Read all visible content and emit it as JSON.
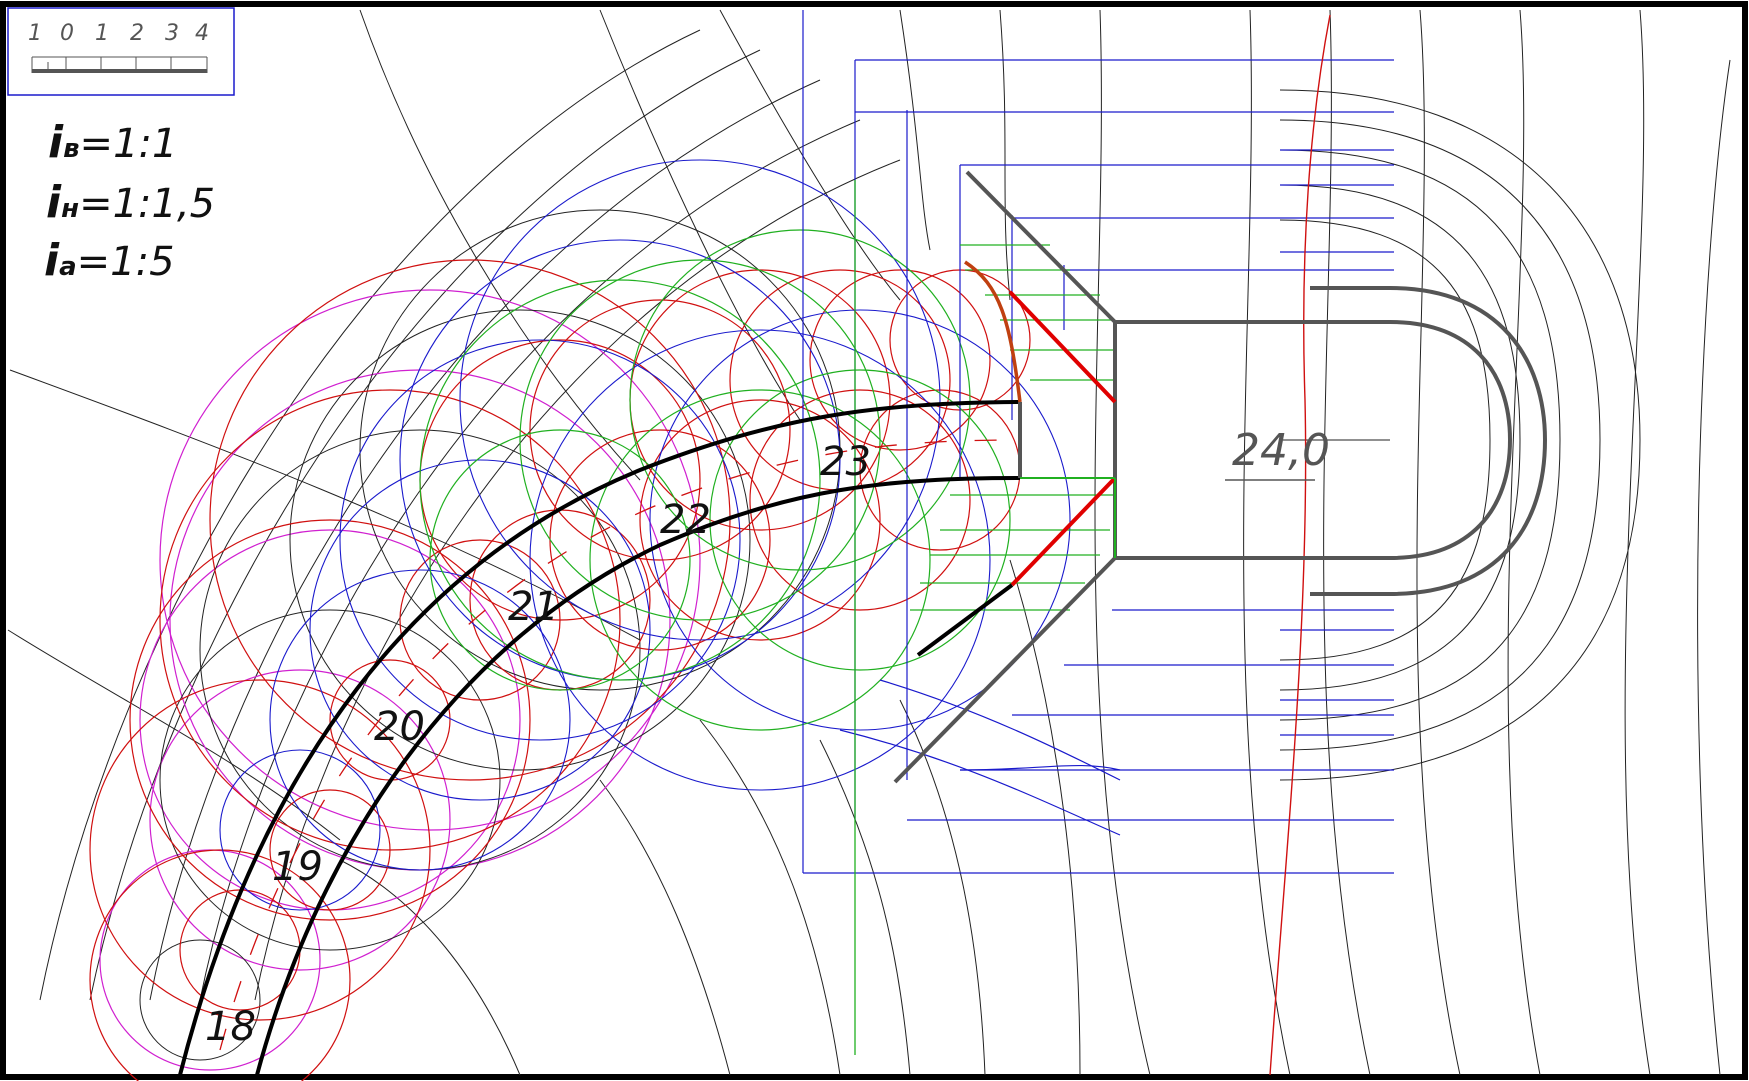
{
  "scale_bar": {
    "ticks": [
      "1",
      "0",
      "1",
      "2",
      "3",
      "4"
    ]
  },
  "slopes": {
    "i_b": {
      "symbol": "i",
      "sub": "в",
      "value": "=1:1"
    },
    "i_h": {
      "symbol": "i",
      "sub": "н",
      "value": "=1:1,5"
    },
    "i_a": {
      "symbol": "i",
      "sub": "а",
      "value": "=1:5"
    }
  },
  "contour_labels": [
    "18",
    "19",
    "20",
    "21",
    "22",
    "23"
  ],
  "elevation_label": "24,0",
  "colors": {
    "frame": "#000000",
    "road_edge": "#000000",
    "platform_outline": "#555555",
    "contour_thin": "#000000",
    "fill_circles": "#d01010",
    "cut_circles": "#1a1acc",
    "green_lines": "#20b020",
    "magenta_circles": "#d020d0",
    "zero_work_line": "#e00000",
    "brown_line": "#c04010",
    "scale_box": "#1a1acc"
  }
}
